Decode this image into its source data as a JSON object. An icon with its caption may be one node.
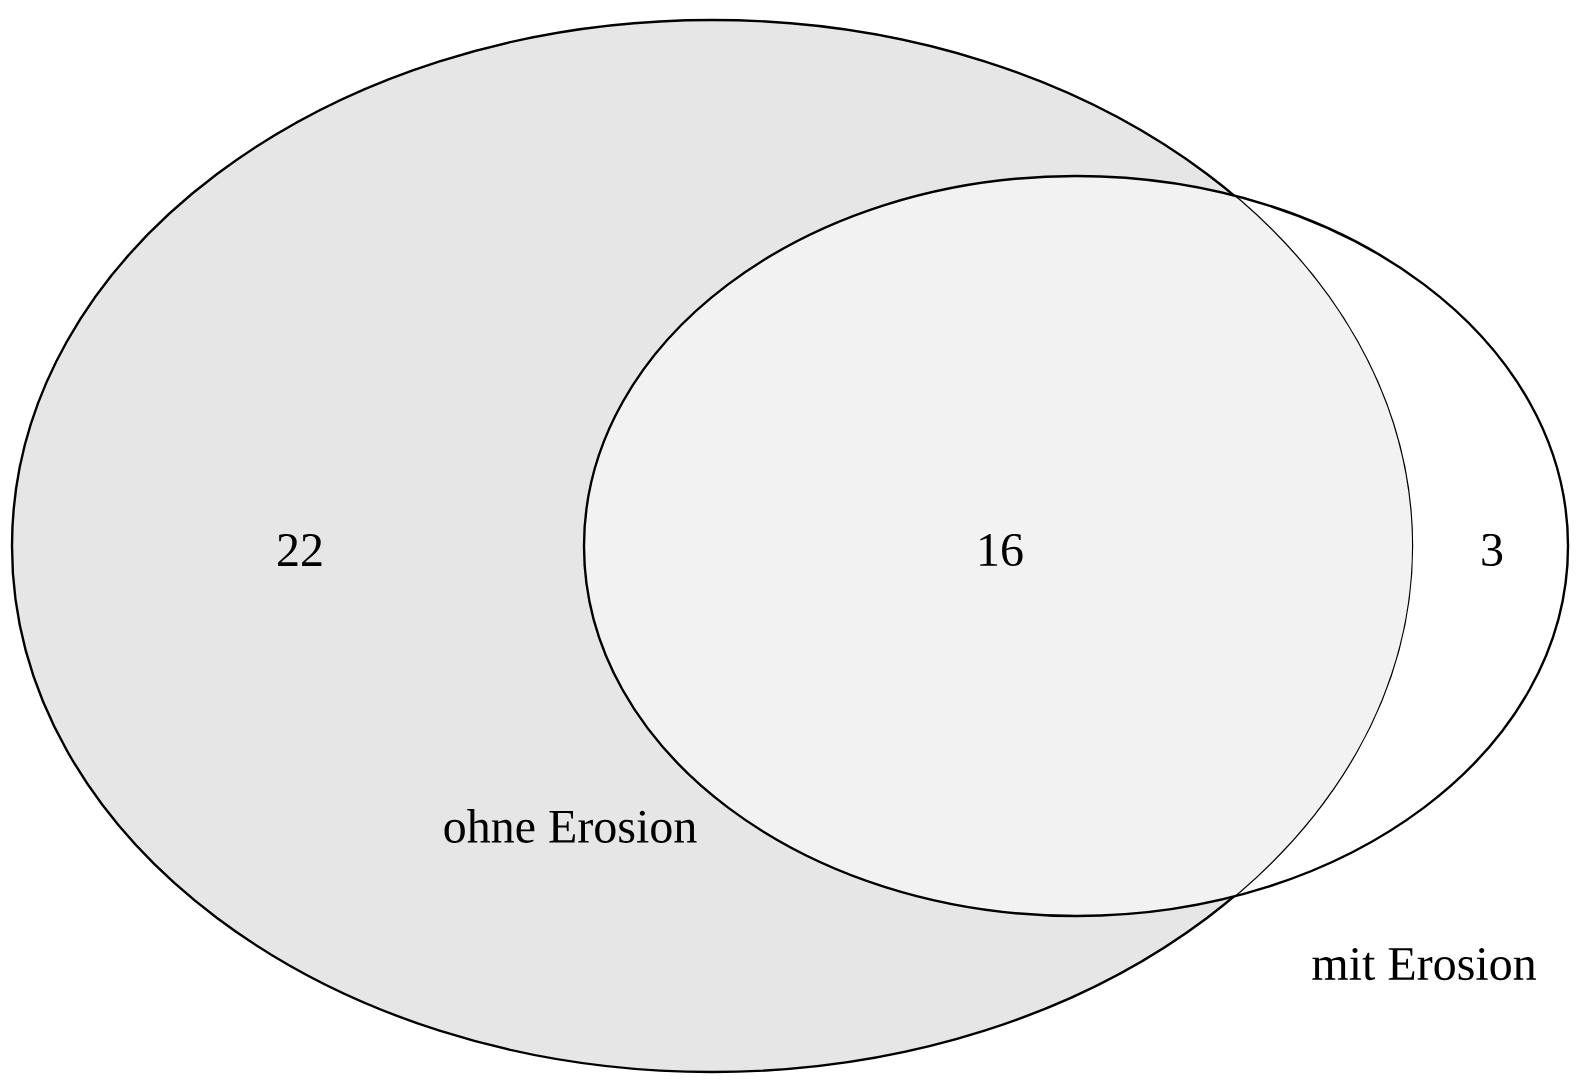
{
  "diagram": {
    "nodes": [
      {
        "text": [
          "ohne Erosion"
        ]
      },
      {
        "text": [
          "mit Erosion"
        ]
      }
    ],
    "labels": [
      "22",
      "16",
      "3"
    ]
  }
}
